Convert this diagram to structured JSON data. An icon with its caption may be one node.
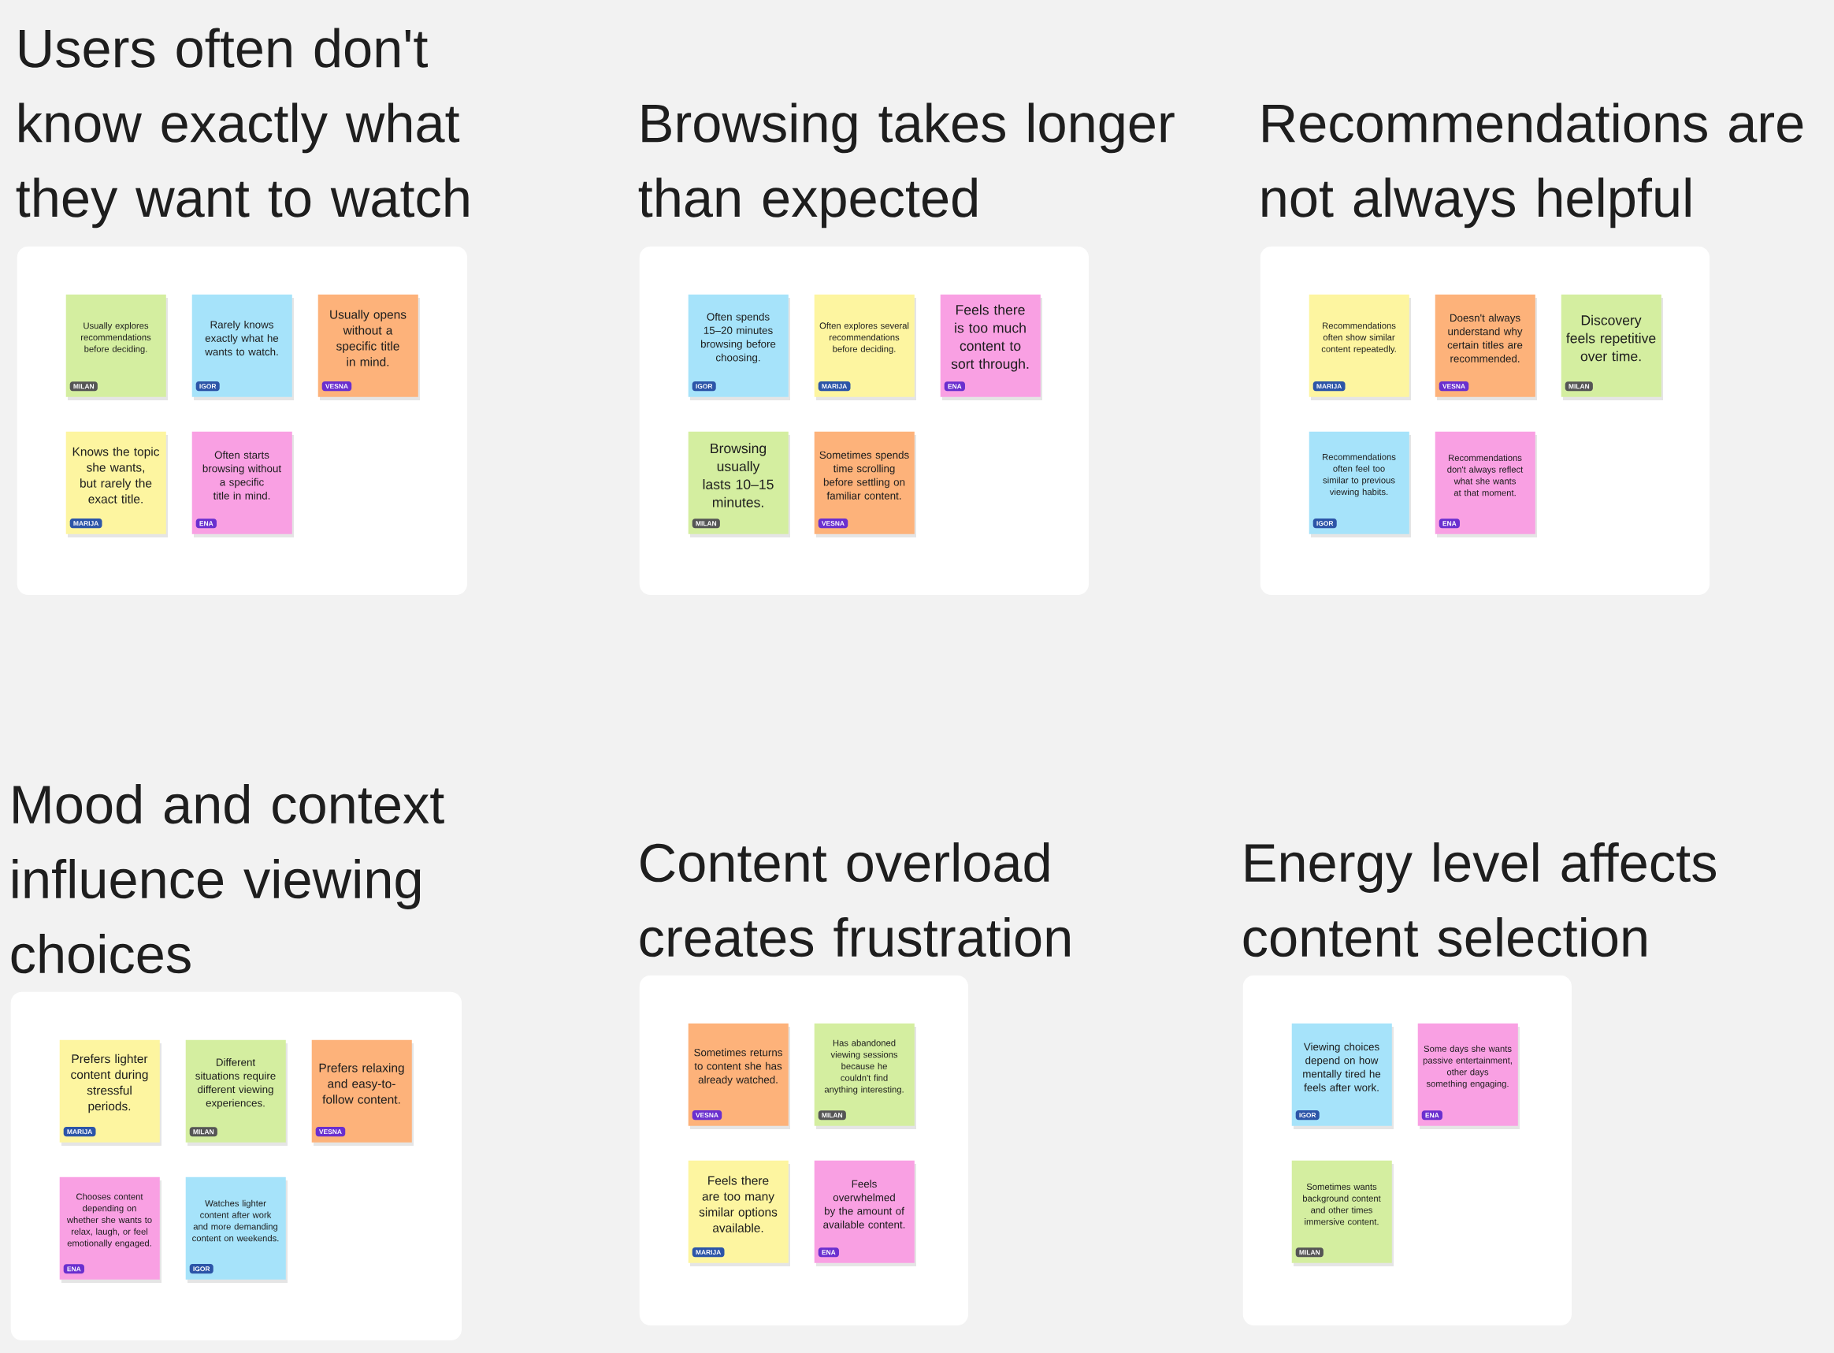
{
  "diagram": {
    "nodes": [
      {
        "text": [
          "Users often don't know exactly what they want to watch"
        ]
      },
      {
        "text": [
          "Usually explores recommendations before deciding.",
          "MILAN"
        ],
        "in": 0
      },
      {
        "text": [
          "Rarely knows exactly what he wants to watch.",
          "IGOR"
        ],
        "in": 0
      },
      {
        "text": [
          "Usually opens without a specific title in mind.",
          "VESNA"
        ],
        "in": 0
      },
      {
        "text": [
          "Knows the topic she wants, but rarely the exact title.",
          "MARIJA"
        ],
        "in": 0
      },
      {
        "text": [
          "Often starts browsing without a specific title in mind.",
          "ENA"
        ],
        "in": 0
      },
      {
        "text": [
          "Browsing takes longer than expected"
        ]
      },
      {
        "text": [
          "Often spends 15–20 minutes browsing before choosing.",
          "IGOR"
        ],
        "in": 6
      },
      {
        "text": [
          "Often explores several recommendations before deciding.",
          "MARIJA"
        ],
        "in": 6
      },
      {
        "text": [
          "Feels there is too much content to sort through.",
          "ENA"
        ],
        "in": 6
      },
      {
        "text": [
          "Browsing usually lasts 10–15 minutes.",
          "MILAN"
        ],
        "in": 6
      },
      {
        "text": [
          "Sometimes spends time scrolling before settling on familiar content.",
          "VESNA"
        ],
        "in": 6
      },
      {
        "text": [
          "Recommendations are not always helpful"
        ]
      },
      {
        "text": [
          "Recommendations often show similar content repeatedly.",
          "MARIJA"
        ],
        "in": 12
      },
      {
        "text": [
          "Doesn't always understand why certain titles are recommended.",
          "VESNA"
        ],
        "in": 12
      },
      {
        "text": [
          "Discovery feels repetitive over time.",
          "MILAN"
        ],
        "in": 12
      },
      {
        "text": [
          "Recommendations often feel too similar to previous viewing habits.",
          "IGOR"
        ],
        "in": 12
      },
      {
        "text": [
          "Recommendations don't always reflect what she wants at that moment.",
          "ENA"
        ],
        "in": 12
      },
      {
        "text": [
          "Mood and context influence viewing choices"
        ]
      },
      {
        "text": [
          "Prefers lighter content during stressful periods.",
          "MARIJA"
        ],
        "in": 18
      },
      {
        "text": [
          "Different situations require different viewing experiences.",
          "MILAN"
        ],
        "in": 18
      },
      {
        "text": [
          "Prefers relaxing and easy-to-follow content.",
          "VESNA"
        ],
        "in": 18
      },
      {
        "text": [
          "Chooses content depending on whether she wants to relax, laugh, or feel emotionally engaged.",
          "ENA"
        ],
        "in": 18
      },
      {
        "text": [
          "Watches lighter content after work and more demanding content on weekends.",
          "IGOR"
        ],
        "in": 18
      },
      {
        "text": [
          "Content overload creates frustration"
        ]
      },
      {
        "text": [
          "Sometimes returns to content she has already watched.",
          "VESNA"
        ],
        "in": 24
      },
      {
        "text": [
          "Has abandoned viewing sessions because he couldn't find anything interesting.",
          "MILAN"
        ],
        "in": 24
      },
      {
        "text": [
          "Feels there are too many similar options available.",
          "MARIJA"
        ],
        "in": 24
      },
      {
        "text": [
          "Feels overwhelmed by the amount of available content.",
          "ENA"
        ],
        "in": 24
      },
      {
        "text": [
          "Energy level affects content selection"
        ]
      },
      {
        "text": [
          "Viewing choices depend on how mentally tired he feels after work.",
          "IGOR"
        ],
        "in": 29
      },
      {
        "text": [
          "Some days she wants passive entertainment, other days something engaging.",
          "ENA"
        ],
        "in": 29
      },
      {
        "text": [
          "Sometimes wants background content and other times immersive content.",
          "MILAN"
        ],
        "in": 29
      }
    ]
  }
}
